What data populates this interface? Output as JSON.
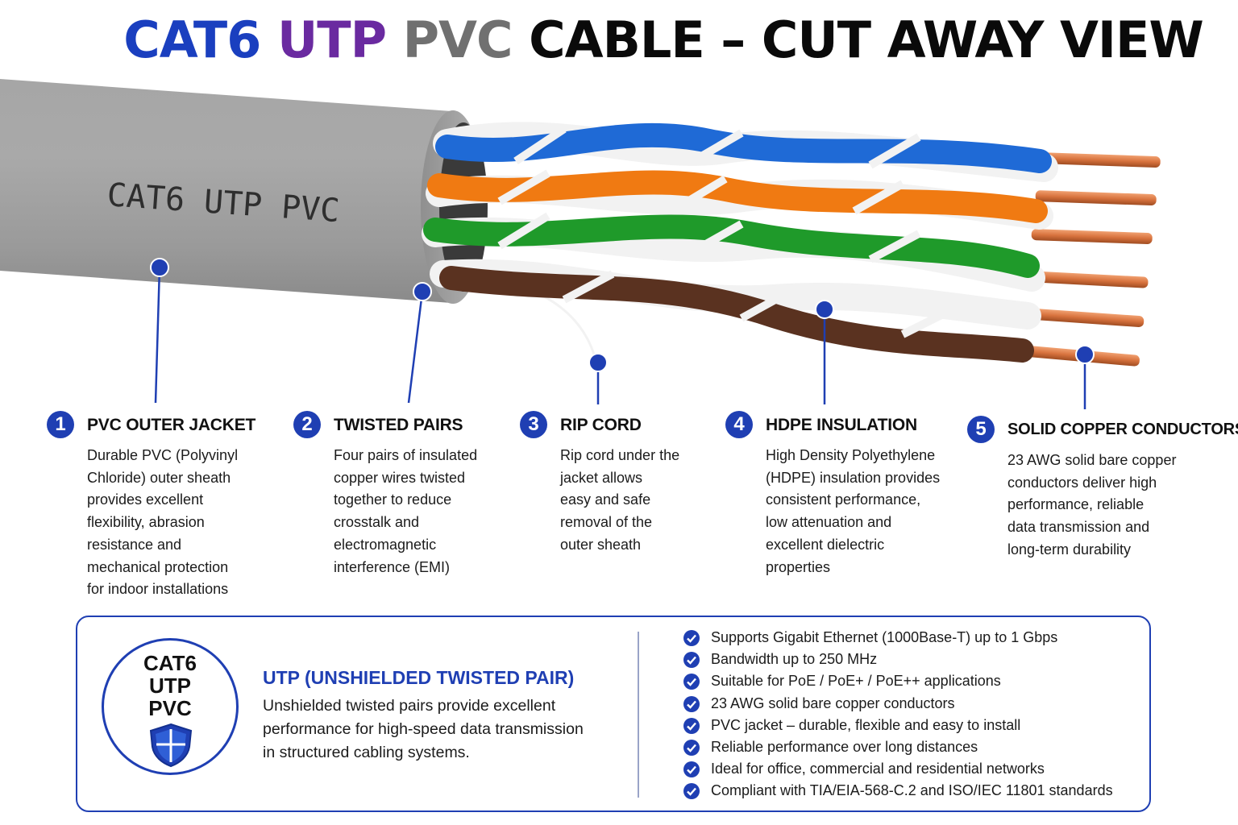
{
  "title": {
    "part1": "CAT6 ",
    "part2": "UTP ",
    "part3": "PVC ",
    "part4": "CABLE – CUT AWAY VIEW"
  },
  "cable_print": "CAT6 UTP PVC",
  "colors": {
    "title_blue": "#1a3fbf",
    "title_purple": "#6a2aa0",
    "title_gray": "#707070",
    "title_black": "#0a0a0a",
    "accent": "#1f3fb3",
    "jacket_gray": "#9c9c9c",
    "pair_blue": "#1f6ad6",
    "pair_orange": "#f07a12",
    "pair_green": "#1f9a2a",
    "pair_brown": "#5a3220",
    "copper": "#d8733e"
  },
  "labels": [
    {
      "num": "1",
      "heading": "PVC OUTER JACKET",
      "text": "Durable PVC (Polyvinyl\nChloride) outer sheath\nprovides excellent\nflexibility, abrasion\nresistance and\nmechanical protection\nfor indoor installations"
    },
    {
      "num": "2",
      "heading": "TWISTED PAIRS",
      "text": "Four pairs of insulated\ncopper wires twisted\ntogether to reduce\ncrosstalk and\nelectromagnetic\ninterference (EMI)"
    },
    {
      "num": "3",
      "heading": "RIP CORD",
      "text": "Rip cord under the\njacket allows\neasy and safe\nremoval of the\nouter sheath"
    },
    {
      "num": "4",
      "heading": "HDPE INSULATION",
      "text": "High Density Polyethylene\n(HDPE) insulation provides\nconsistent performance,\nlow attenuation and\nexcellent dielectric\nproperties"
    },
    {
      "num": "5",
      "heading": "SOLID COPPER CONDUCTORS",
      "text": "23 AWG solid bare copper\nconductors deliver high\nperformance, reliable\ndata transmission and\nlong-term durability"
    }
  ],
  "panel": {
    "badge": [
      "CAT6",
      "UTP",
      "PVC"
    ],
    "badge_icon": "shield-icon",
    "heading": "UTP (UNSHIELDED TWISTED PAIR)",
    "description": "Unshielded twisted pairs provide excellent\nperformance for high-speed data transmission\nin structured cabling systems.",
    "feature_icon": "check-circle-icon",
    "features": [
      "Supports Gigabit Ethernet (1000Base-T) up to 1 Gbps",
      "Bandwidth up to 250 MHz",
      "Suitable for PoE / PoE+ / PoE++ applications",
      "23 AWG solid bare copper conductors",
      "PVC jacket – durable, flexible and easy to install",
      "Reliable performance over long distances",
      "Ideal for office, commercial and residential networks",
      "Compliant with TIA/EIA-568-C.2 and ISO/IEC 11801 standards"
    ]
  }
}
